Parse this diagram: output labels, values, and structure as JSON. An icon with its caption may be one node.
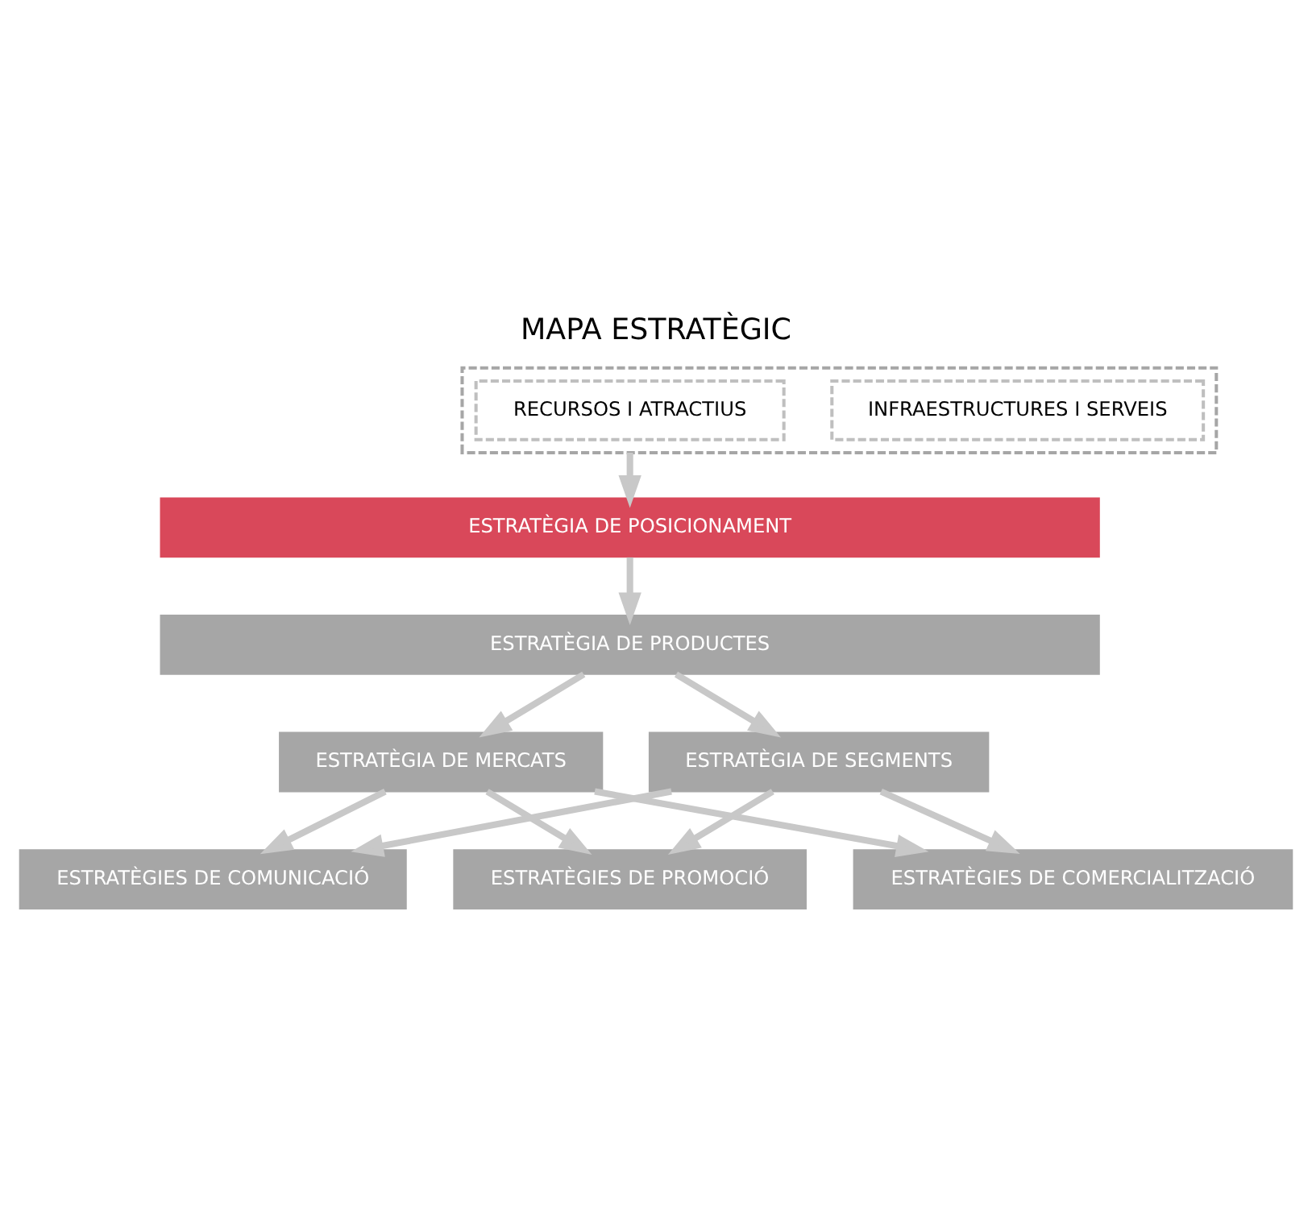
{
  "diagram": {
    "title": "MAPA ESTRATÈGIC",
    "nodes": [
      {
        "text": [],
        "shape": "box"
      },
      {
        "text": [
          "RECURSOS I ATRACTIUS"
        ],
        "in": 0
      },
      {
        "text": [
          "INFRAESTRUCTURES I SERVEIS"
        ],
        "in": 0
      },
      {
        "text": [
          "ESTRATÈGIA DE POSICIONAMENT"
        ]
      },
      {
        "text": [
          "ESTRATÈGIA DE PRODUCTES"
        ]
      },
      {
        "text": [
          "ESTRATÈGIA DE MERCATS"
        ]
      },
      {
        "text": [
          "ESTRATÈGIA DE SEGMENTS"
        ]
      },
      {
        "text": [
          "ESTRATÈGIES DE COMUNICACIÓ"
        ]
      },
      {
        "text": [
          "ESTRATÈGIES DE PROMOCIÓ"
        ]
      },
      {
        "text": [
          "ESTRATÈGIES DE COMERCIALITZACIÓ"
        ]
      }
    ],
    "edges": [
      {
        "from": 0,
        "to": 3,
        "arrow": "to"
      },
      {
        "from": 3,
        "to": 4,
        "arrow": "to"
      },
      {
        "from": 4,
        "to": 5,
        "arrow": "to"
      },
      {
        "from": 4,
        "to": 6,
        "arrow": "to"
      },
      {
        "from": 5,
        "to": 7,
        "arrow": "to"
      },
      {
        "from": 5,
        "to": 8,
        "arrow": "to"
      },
      {
        "from": 5,
        "to": 9,
        "arrow": "to"
      },
      {
        "from": 6,
        "to": 7,
        "arrow": "to"
      },
      {
        "from": 6,
        "to": 8,
        "arrow": "to"
      },
      {
        "from": 6,
        "to": 9,
        "arrow": "to"
      }
    ]
  }
}
